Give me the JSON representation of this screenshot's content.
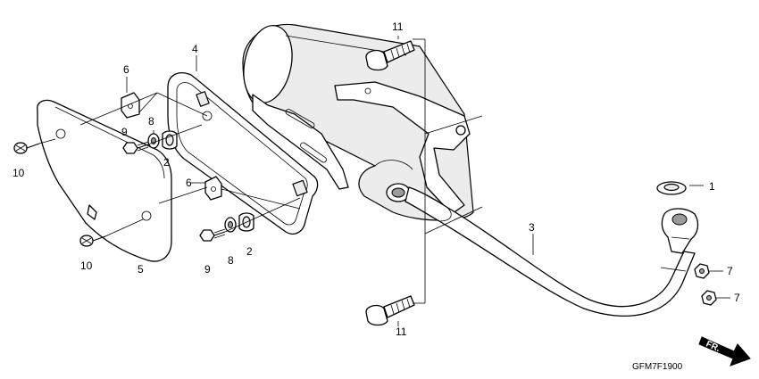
{
  "diagram": {
    "code": "GFM7F1900",
    "front_label": "FR.",
    "callouts": {
      "c1": "1",
      "c2a": "2",
      "c2b": "2",
      "c3": "3",
      "c4": "4",
      "c5": "5",
      "c6a": "6",
      "c6b": "6",
      "c7a": "7",
      "c7b": "7",
      "c8a": "8",
      "c8b": "8",
      "c9a": "9",
      "c9b": "9",
      "c10a": "10",
      "c10b": "10",
      "c11a": "11",
      "c11b": "11"
    }
  }
}
